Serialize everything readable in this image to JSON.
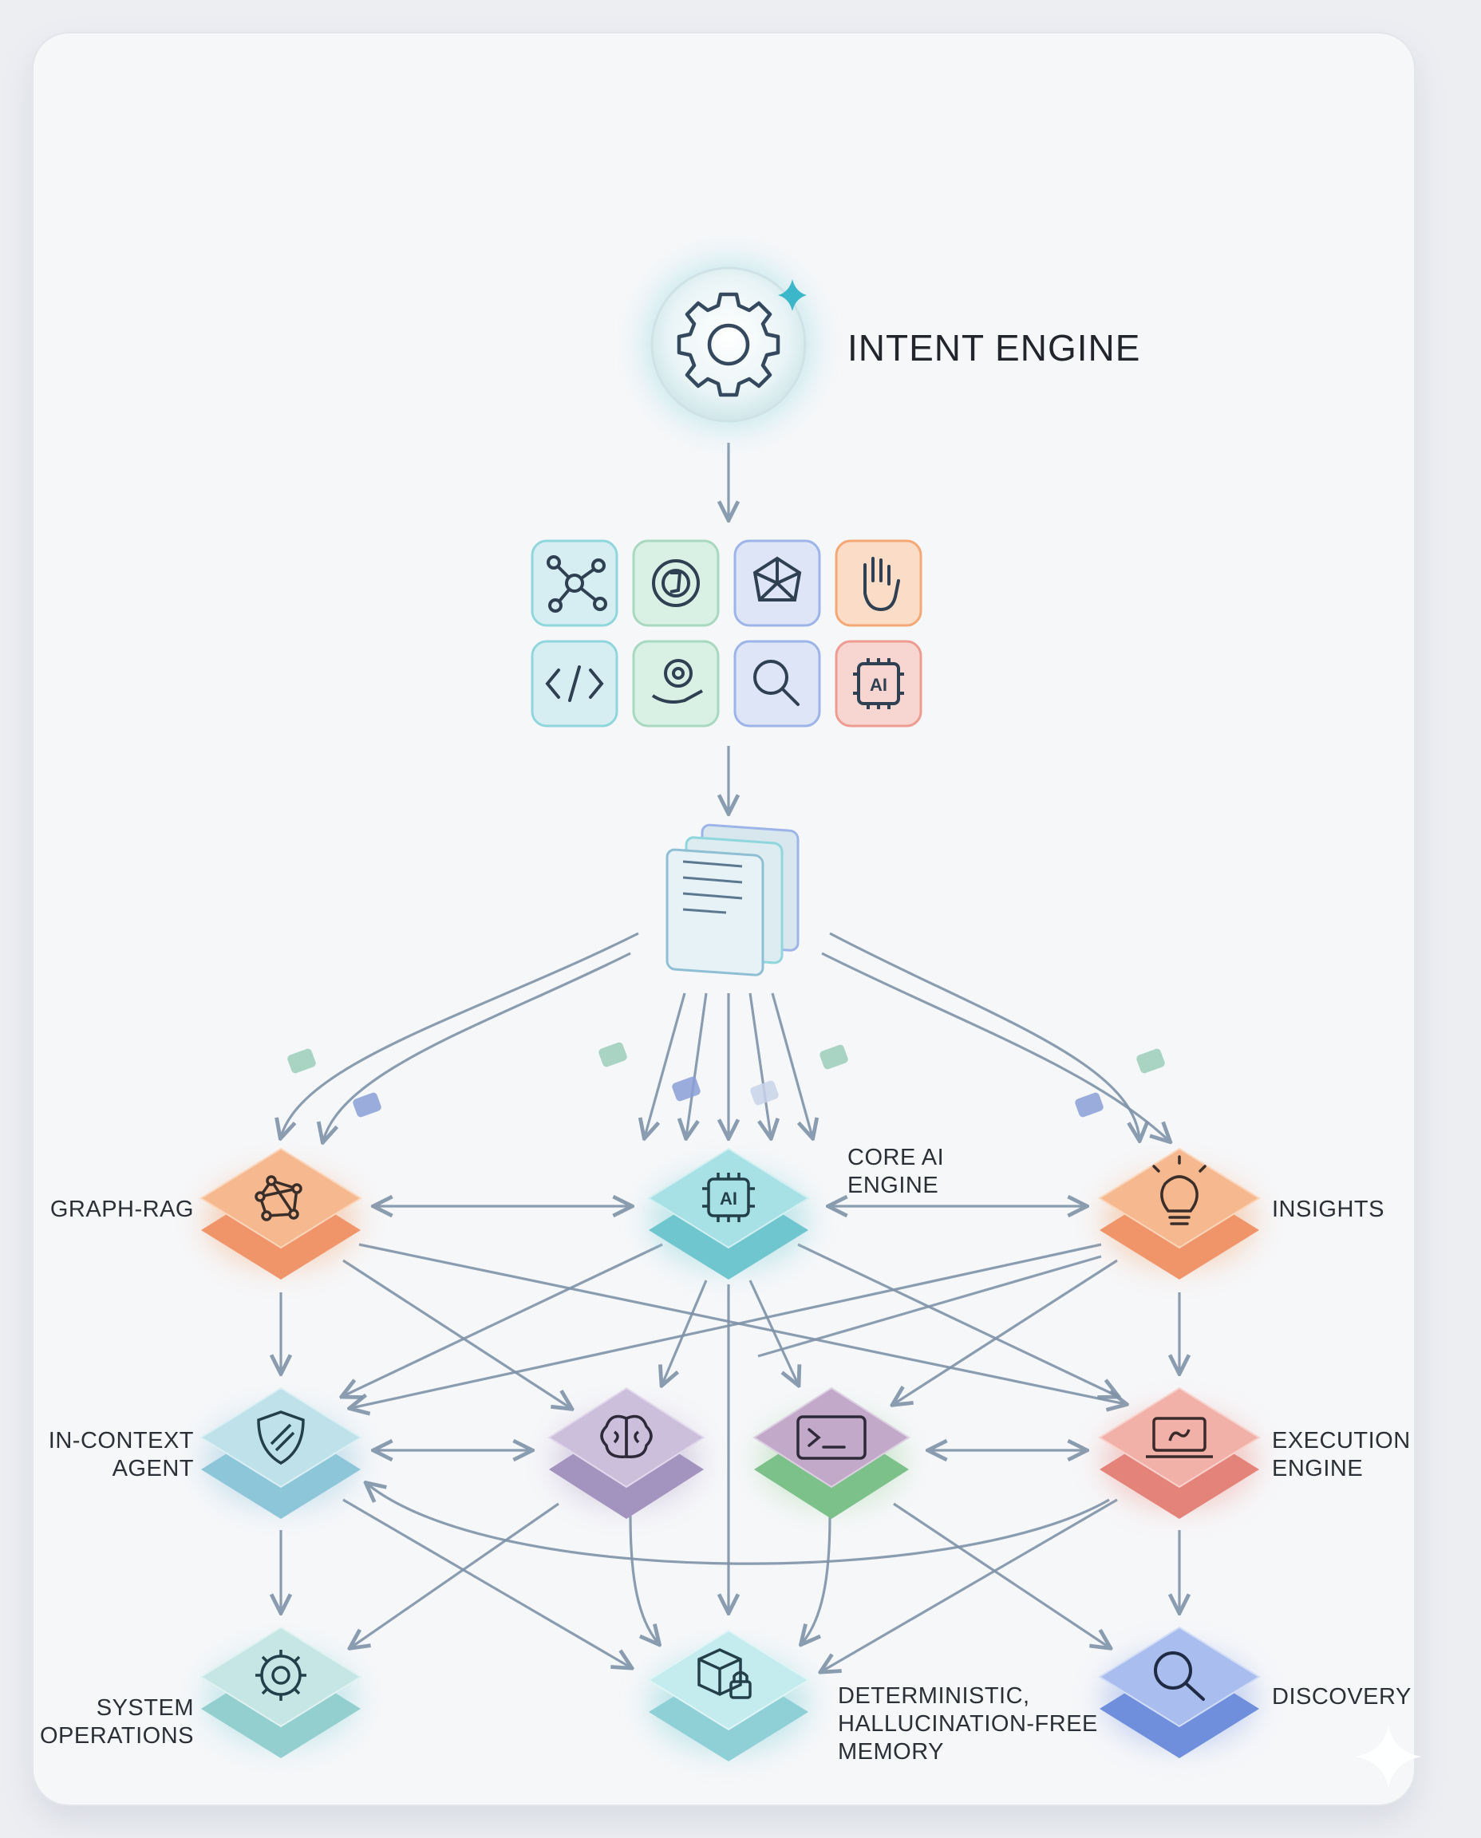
{
  "title": "INTENT ENGINE",
  "colors": {
    "teal": "#8fd6dd",
    "green": "#a8d9c0",
    "blue": "#9db4e8",
    "orange": "#f3a875",
    "red": "#ee9c92",
    "purple": "#b2a2c8",
    "edge": "#7f93a8"
  },
  "nodes": {
    "graph_rag": {
      "label": "GRAPH-RAG",
      "icon": "network-icon"
    },
    "core_ai": {
      "label_line1": "CORE AI",
      "label_line2": "ENGINE",
      "icon": "ai-chip-icon"
    },
    "insights": {
      "label": "INSIGHTS",
      "icon": "lightbulb-icon"
    },
    "in_context_agent": {
      "label_line1": "IN-CONTEXT",
      "label_line2": "AGENT",
      "icon": "shield-icon"
    },
    "brain": {
      "icon": "brain-icon"
    },
    "terminal": {
      "icon": "terminal-icon"
    },
    "execution_engine": {
      "label_line1": "EXECUTION",
      "label_line2": "ENGINE",
      "icon": "laptop-icon"
    },
    "system_operations": {
      "label_line1": "SYSTEM",
      "label_line2": "OPERATIONS",
      "icon": "gear-icon"
    },
    "memory": {
      "label_line1": "DETERMINISTIC,",
      "label_line2": "HALLUCINATION-FREE",
      "label_line3": "MEMORY",
      "icon": "cube-lock-icon"
    },
    "discovery": {
      "label": "DISCOVERY",
      "icon": "magnifier-icon"
    }
  },
  "tool_grid": [
    {
      "icon": "node-network-icon",
      "color": "teal"
    },
    {
      "icon": "gear-refresh-icon",
      "color": "green"
    },
    {
      "icon": "mesh-graph-icon",
      "color": "blue"
    },
    {
      "icon": "hand-stop-icon",
      "color": "orange"
    },
    {
      "icon": "code-brackets-icon",
      "color": "teal"
    },
    {
      "icon": "gear-hand-icon",
      "color": "green"
    },
    {
      "icon": "magnifier-icon",
      "color": "blue"
    },
    {
      "icon": "ai-chip-icon",
      "color": "red"
    }
  ],
  "documents_icon": "document-stack-icon"
}
